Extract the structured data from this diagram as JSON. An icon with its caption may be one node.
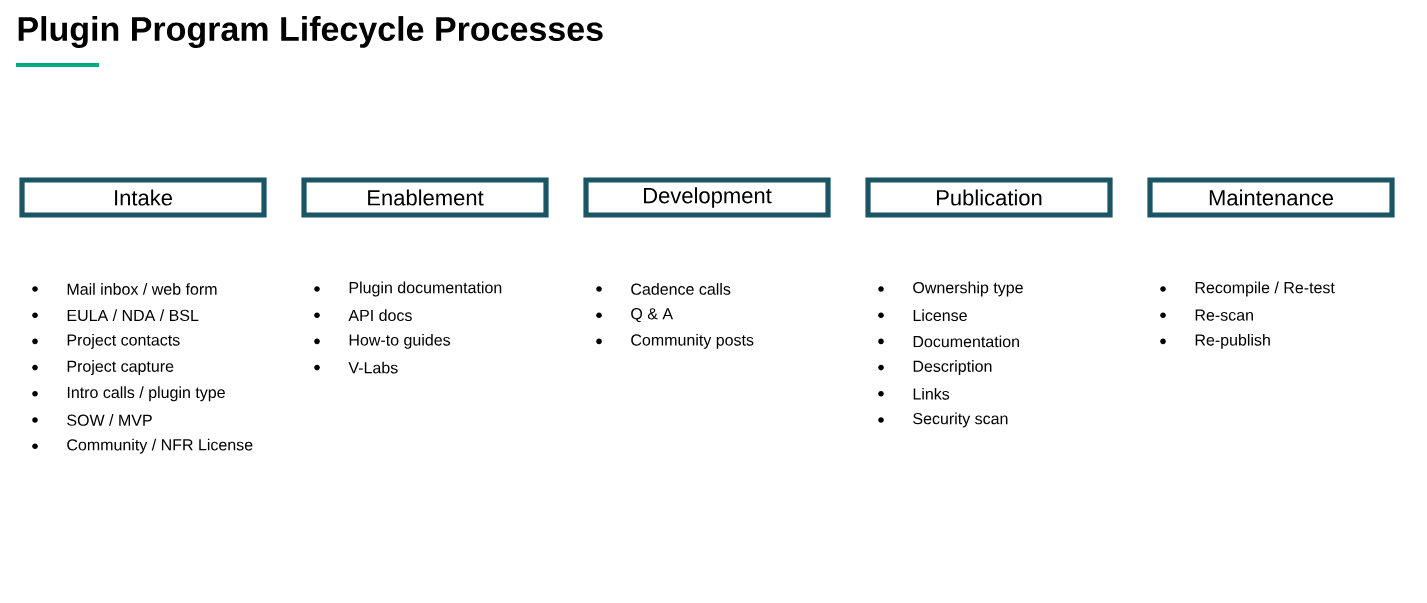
{
  "diagram": {
    "title": "Plugin Program Lifecycle Processes",
    "nodes": [
      {
        "text": [
          "Intake"
        ],
        "beside": [
          "Mail inbox / web form",
          "EULA / NDA / BSL",
          "Project contacts",
          "Project capture",
          "Intro calls / plugin type",
          "SOW / MVP",
          "Community / NFR License"
        ]
      },
      {
        "text": [
          "Enablement"
        ],
        "beside": [
          "Plugin documentation",
          "API docs",
          "How-to guides",
          "V-Labs"
        ]
      },
      {
        "text": [
          "Development"
        ],
        "beside": [
          "Cadence calls",
          "Q & A",
          "Community posts"
        ]
      },
      {
        "text": [
          "Publication"
        ],
        "beside": [
          "Ownership type",
          "License",
          "Documentation",
          "Description",
          "Links",
          "Security scan"
        ]
      },
      {
        "text": [
          "Maintenance"
        ],
        "beside": [
          "Recompile / Re-test",
          "Re-scan",
          "Re-publish"
        ]
      }
    ],
    "edges": []
  }
}
